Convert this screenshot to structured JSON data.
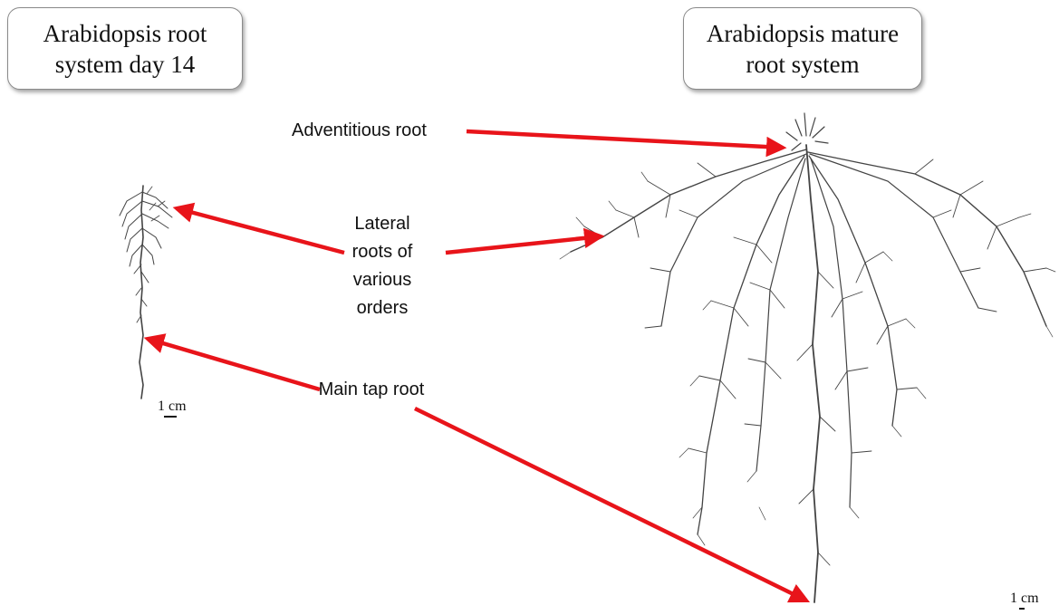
{
  "boxes": {
    "left": {
      "line1": "Arabidopsis root",
      "line2": "system day 14"
    },
    "right": {
      "line1": "Arabidopsis mature",
      "line2": "root system"
    }
  },
  "labels": {
    "adventitious": "Adventitious root",
    "lateral": "Lateral roots of various orders",
    "taproot": "Main tap root"
  },
  "scale_bars": {
    "left": "1 cm",
    "right": "1 cm"
  },
  "colors": {
    "arrow": "#e8141a",
    "root": "#444444"
  }
}
